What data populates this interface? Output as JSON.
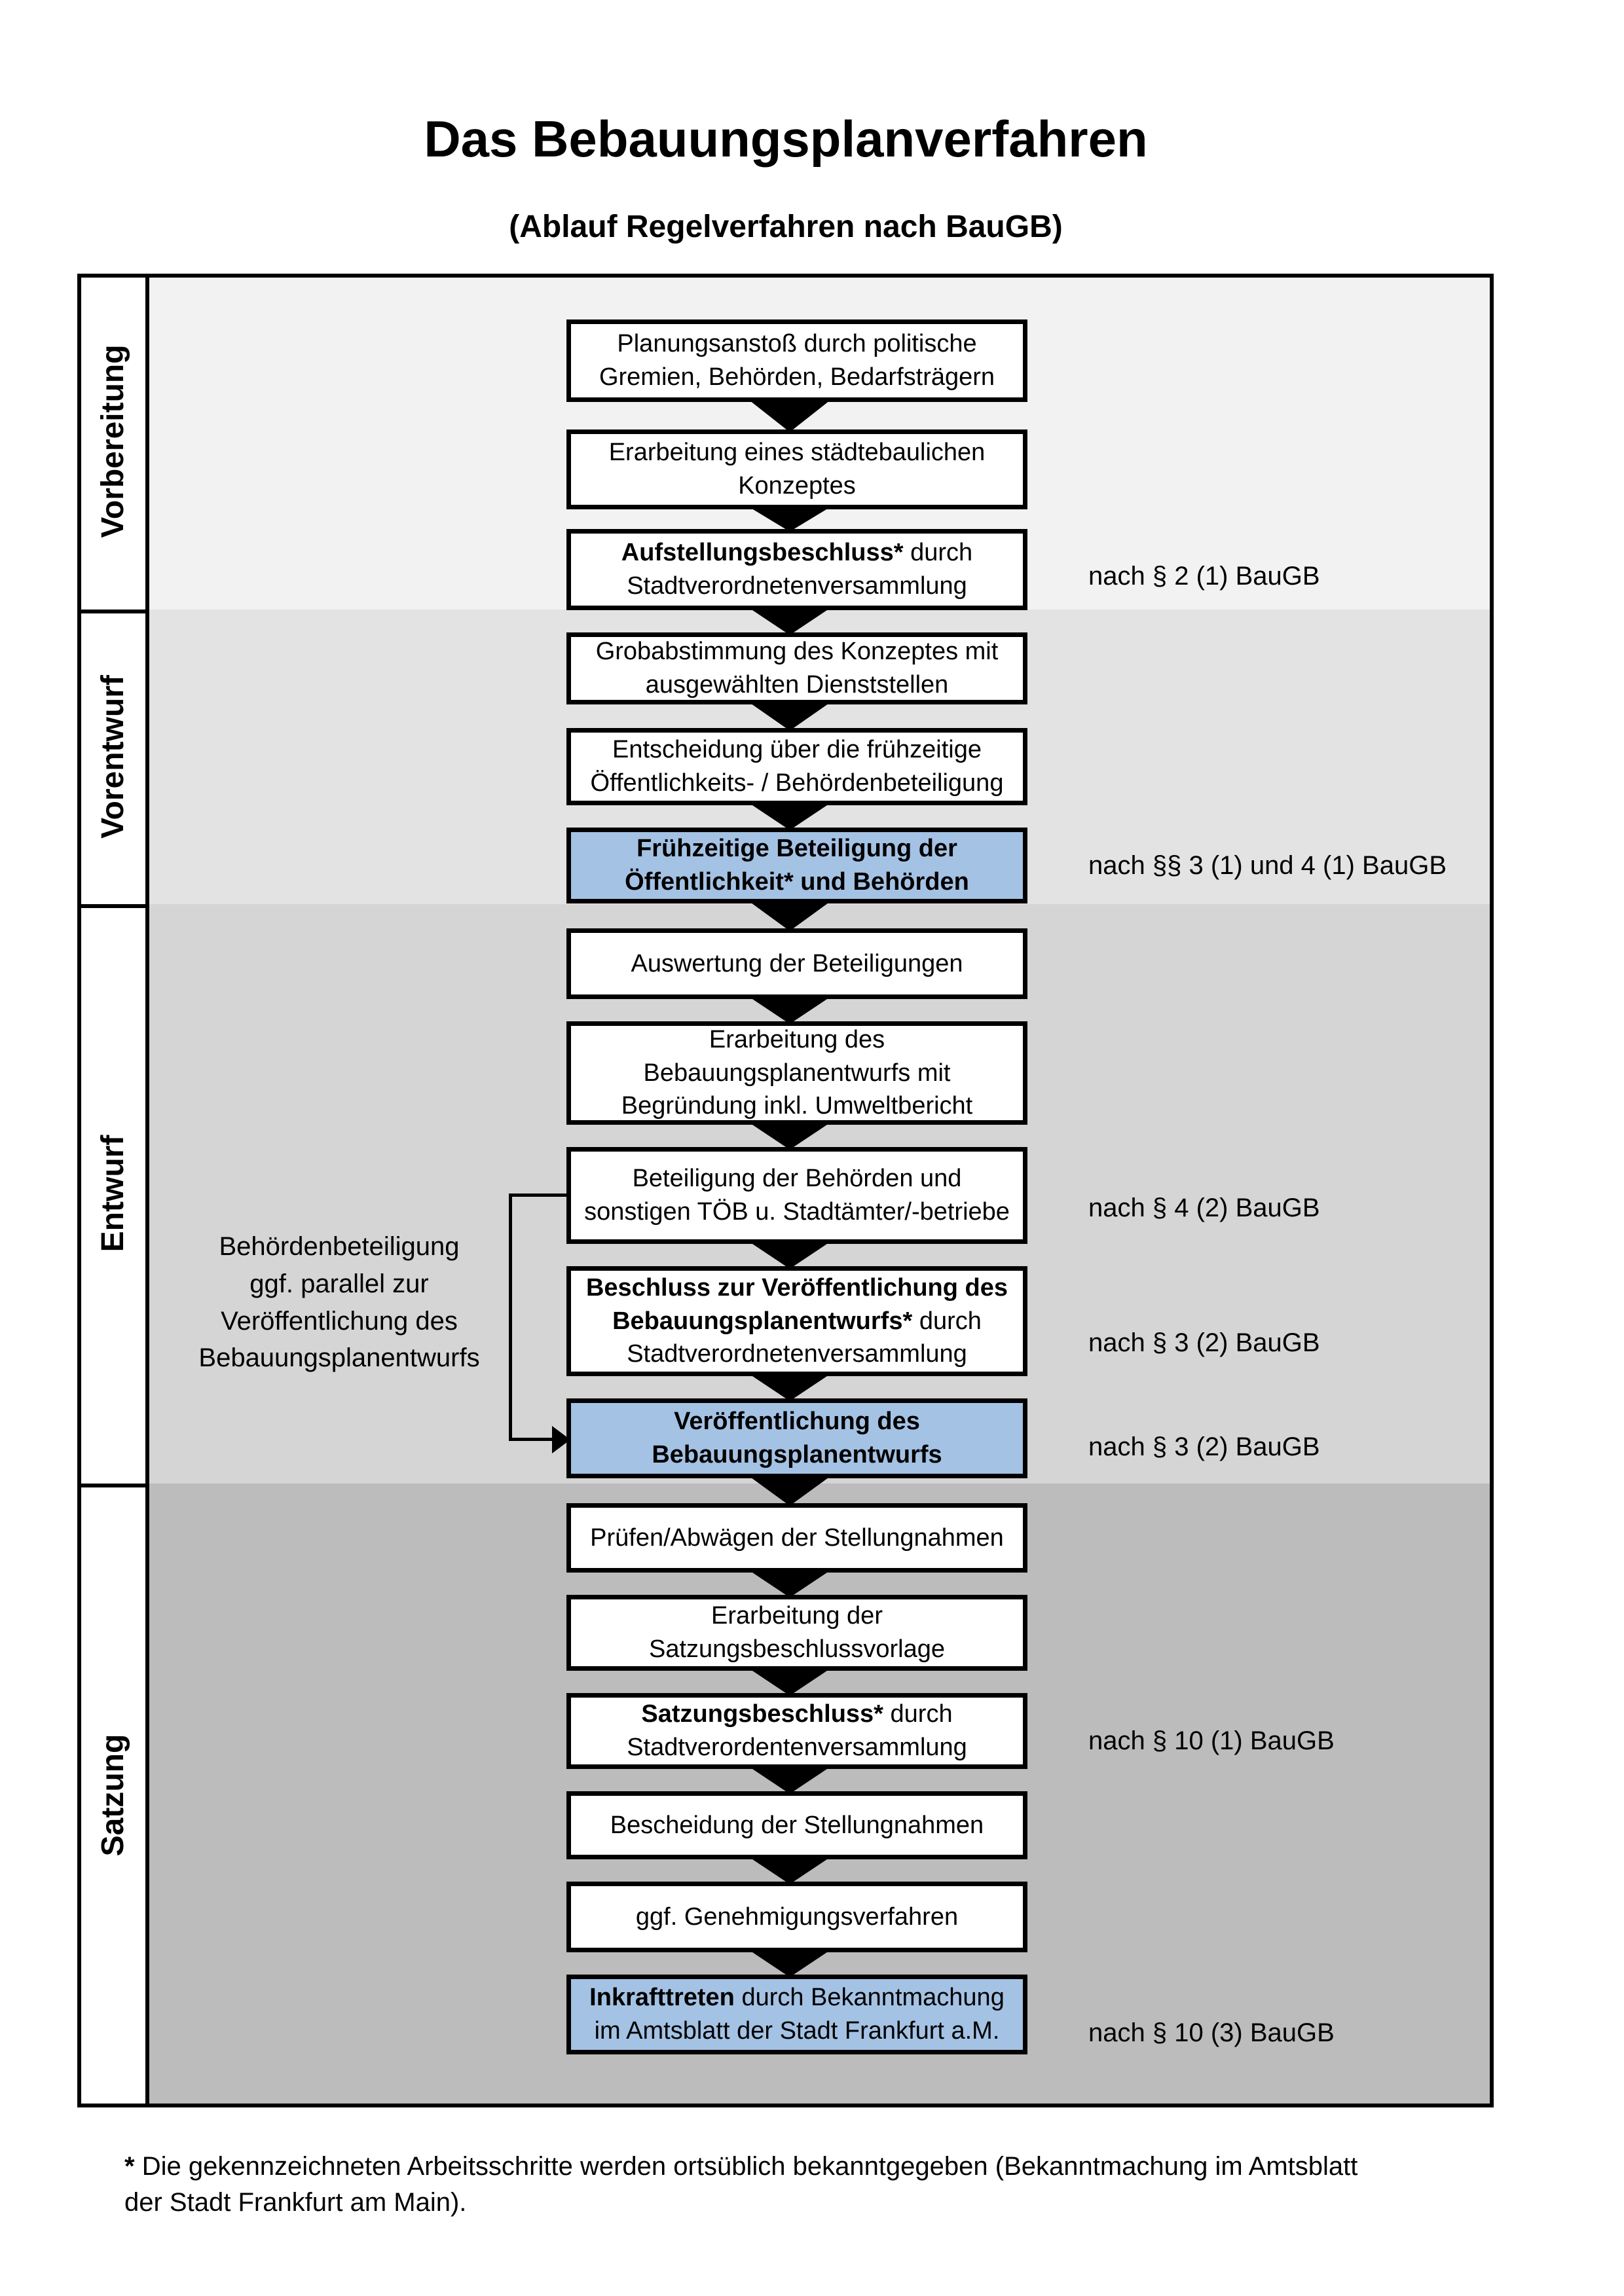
{
  "title": "Das Bebauungsplanverfahren",
  "subtitle": "(Ablauf Regelverfahren nach BauGB)",
  "colors": {
    "highlight": "#a4c2e4",
    "section_backgrounds": [
      "#f2f2f2",
      "#e3e3e3",
      "#d5d5d5",
      "#bcbcbc"
    ],
    "line": "#000000"
  },
  "sections": [
    {
      "label": "Vorbereitung"
    },
    {
      "label": "Vorentwurf"
    },
    {
      "label": "Entwurf"
    },
    {
      "label": "Satzung"
    }
  ],
  "flow": {
    "boxes": [
      {
        "lines": [
          [
            {
              "t": "Planungsanstoß durch politische"
            }
          ],
          [
            {
              "t": "Gremien, Behörden, Bedarfsträgern"
            }
          ]
        ]
      },
      {
        "lines": [
          [
            {
              "t": "Erarbeitung eines städtebaulichen"
            }
          ],
          [
            {
              "t": "Konzeptes"
            }
          ]
        ]
      },
      {
        "lines": [
          [
            {
              "t": "Aufstellungsbeschluss*",
              "b": true
            },
            {
              "t": " durch"
            }
          ],
          [
            {
              "t": "Stadtverordnetenversammlung"
            }
          ]
        ],
        "annotation": "nach § 2 (1) BauGB"
      },
      {
        "lines": [
          [
            {
              "t": "Grobabstimmung des Konzeptes mit"
            }
          ],
          [
            {
              "t": "ausgewählten Dienststellen"
            }
          ]
        ]
      },
      {
        "lines": [
          [
            {
              "t": "Entscheidung über die frühzeitige"
            }
          ],
          [
            {
              "t": "Öffentlichkeits- / Behördenbeteiligung"
            }
          ]
        ]
      },
      {
        "highlighted": true,
        "lines": [
          [
            {
              "t": "Frühzeitige Beteiligung der",
              "b": true
            }
          ],
          [
            {
              "t": "Öffentlichkeit* und Behörden",
              "b": true
            }
          ]
        ],
        "annotation": "nach §§ 3 (1) und 4 (1) BauGB"
      },
      {
        "lines": [
          [
            {
              "t": "Auswertung der Beteiligungen"
            }
          ]
        ]
      },
      {
        "lines": [
          [
            {
              "t": "Erarbeitung des"
            }
          ],
          [
            {
              "t": "Bebauungsplanentwurfs mit"
            }
          ],
          [
            {
              "t": "Begründung inkl. Umweltbericht"
            }
          ]
        ]
      },
      {
        "lines": [
          [
            {
              "t": "Beteiligung der Behörden und"
            }
          ],
          [
            {
              "t": "sonstigen TÖB u. Stadtämter/-betriebe"
            }
          ]
        ],
        "annotation": "nach § 4 (2) BauGB"
      },
      {
        "lines": [
          [
            {
              "t": "Beschluss zur Veröffentlichung des",
              "b": true
            }
          ],
          [
            {
              "t": "Bebauungsplanentwurfs*",
              "b": true
            },
            {
              "t": " durch"
            }
          ],
          [
            {
              "t": "Stadtverordnetenversammlung"
            }
          ]
        ],
        "annotation": "nach § 3 (2) BauGB"
      },
      {
        "highlighted": true,
        "lines": [
          [
            {
              "t": "Veröffentlichung des",
              "b": true
            }
          ],
          [
            {
              "t": "Bebauungsplanentwurfs",
              "b": true
            }
          ]
        ],
        "annotation": "nach § 3 (2) BauGB"
      },
      {
        "lines": [
          [
            {
              "t": "Prüfen/Abwägen der Stellungnahmen"
            }
          ]
        ]
      },
      {
        "lines": [
          [
            {
              "t": "Erarbeitung der"
            }
          ],
          [
            {
              "t": "Satzungsbeschlussvorlage"
            }
          ]
        ]
      },
      {
        "lines": [
          [
            {
              "t": "Satzungsbeschluss*",
              "b": true
            },
            {
              "t": " durch"
            }
          ],
          [
            {
              "t": "Stadtverordentenversammlung"
            }
          ]
        ],
        "annotation": "nach § 10 (1) BauGB"
      },
      {
        "lines": [
          [
            {
              "t": "Bescheidung der Stellungnahmen"
            }
          ]
        ]
      },
      {
        "lines": [
          [
            {
              "t": "ggf. Genehmigungsverfahren"
            }
          ]
        ]
      },
      {
        "highlighted": true,
        "lines": [
          [
            {
              "t": "Inkrafttreten",
              "b": true
            },
            {
              "t": " durch Bekanntmachung"
            }
          ],
          [
            {
              "t": "im Amtsblatt der Stadt Frankfurt a.M."
            }
          ]
        ],
        "annotation": "nach § 10 (3) BauGB"
      }
    ]
  },
  "side_note": {
    "lines": [
      "Behördenbeteiligung",
      "ggf. parallel zur",
      "Veröffentlichung des",
      "Bebauungsplanentwurfs"
    ]
  },
  "footnote": {
    "star": "*",
    "text": " Die gekennzeichneten Arbeitsschritte werden ortsüblich bekanntgegeben (Bekanntmachung im Amtsblatt  der Stadt Frankfurt am Main)."
  }
}
